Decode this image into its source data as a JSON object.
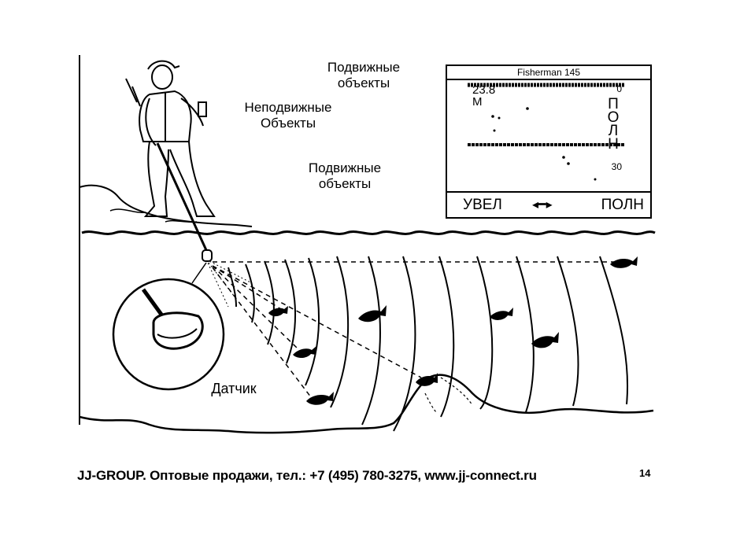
{
  "labels": {
    "moving_top": "Подвижные объекты",
    "stationary": "Неподвижные Объекты",
    "moving_bottom": "Подвижные объекты",
    "transducer": "Датчик"
  },
  "sonar": {
    "model": "Fisherman 145",
    "depth": "23.8",
    "unit": "М",
    "range_top": "0",
    "range_bottom": "30",
    "mode": "ПОЛН",
    "button_left": "УВЕЛ",
    "button_arrow": "◂━▸",
    "button_right": "ПОЛН"
  },
  "footer": {
    "text": "JJ-GROUP. Оптовые продажи, тел.: +7 (495) 780-3275, www.jj-connect.ru",
    "page": "14"
  },
  "icons": [
    "fisherman-figure",
    "fish-icon",
    "transducer-icon",
    "sonar-display"
  ]
}
